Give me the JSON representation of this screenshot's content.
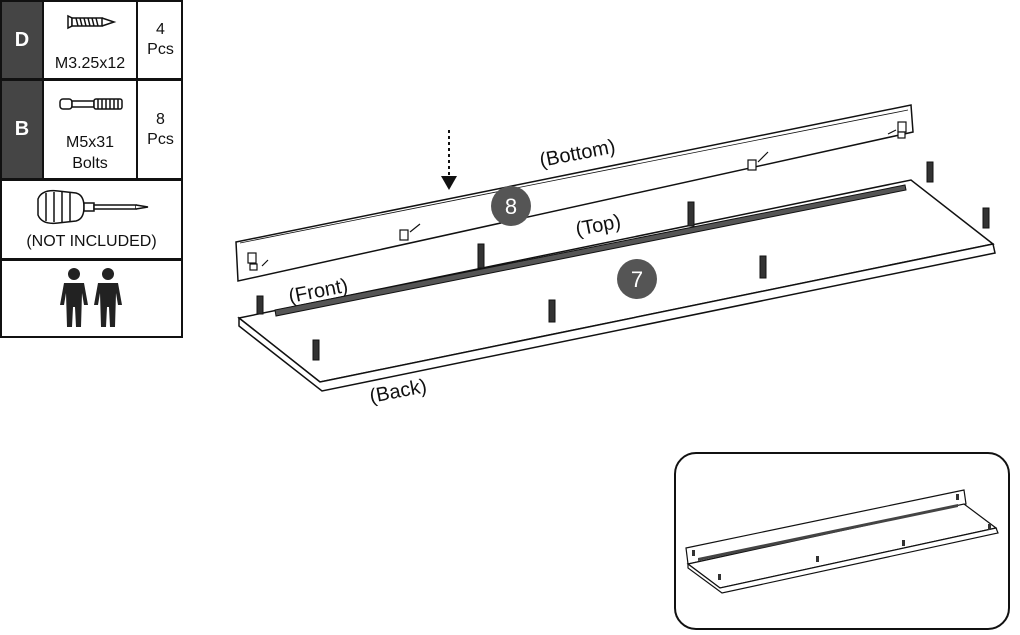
{
  "parts": [
    {
      "letter": "D",
      "name": "M3.25x12",
      "qty": "4",
      "unit": "Pcs"
    },
    {
      "letter": "B",
      "name_line1": "M5x31",
      "name_line2": "Bolts",
      "qty": "8",
      "unit": "Pcs"
    }
  ],
  "tool": {
    "label": "(NOT INCLUDED)",
    "icon": "screwdriver-icon"
  },
  "people_icon": "two-people-icon",
  "diagram": {
    "labels": {
      "bottom": "(Bottom)",
      "top": "(Top)",
      "front": "(Front)",
      "back": "(Back)"
    },
    "panels": {
      "upper": "8",
      "lower": "7"
    }
  }
}
